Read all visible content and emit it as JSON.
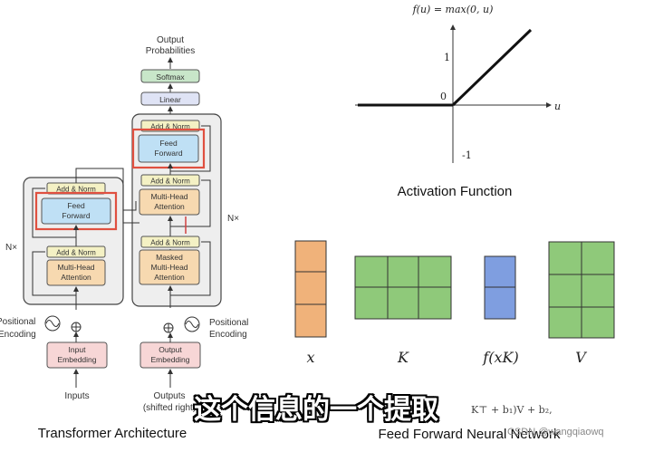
{
  "transformer": {
    "output_probabilities_line1": "Output",
    "output_probabilities_line2": "Probabilities",
    "softmax": "Softmax",
    "linear": "Linear",
    "add_norm": "Add & Norm",
    "feed_forward_line1": "Feed",
    "feed_forward_line2": "Forward",
    "multi_head_line1": "Multi-Head",
    "multi_head_line2": "Attention",
    "masked_line1": "Masked",
    "masked_line2": "Multi-Head",
    "masked_line3": "Attention",
    "nx": "N×",
    "positional_line1": "Positional",
    "positional_line2": "Encoding",
    "positional_left_line1": "Positional",
    "positional_left_line2": "Encoding",
    "input_embedding_line1": "Input",
    "input_embedding_line2": "Embedding",
    "output_embedding_line1": "Output",
    "output_embedding_line2": "Embedding",
    "inputs": "Inputs",
    "outputs_line1": "Outputs",
    "outputs_line2": "(shifted right)",
    "caption": "Transformer Architecture"
  },
  "activation": {
    "formula": "f(u) = max(0, u)",
    "tick_1": "1",
    "tick_0": "0",
    "tick_neg1": "-1",
    "axis_u": "u",
    "caption": "Activation Function"
  },
  "ffn": {
    "label_x": "x",
    "label_k": "K",
    "label_fxk": "f(xK)",
    "label_v": "V",
    "formula_partial": "K⊤ + b₁)V + b₂,",
    "caption": "Feed Forward Neural Network",
    "colors": {
      "orange": "#f0b27a",
      "green": "#8fc97a",
      "blue": "#7f9ee0"
    }
  },
  "subtitle": "这个信息的一个提取",
  "watermark": "CSDN @wangqiaowq"
}
